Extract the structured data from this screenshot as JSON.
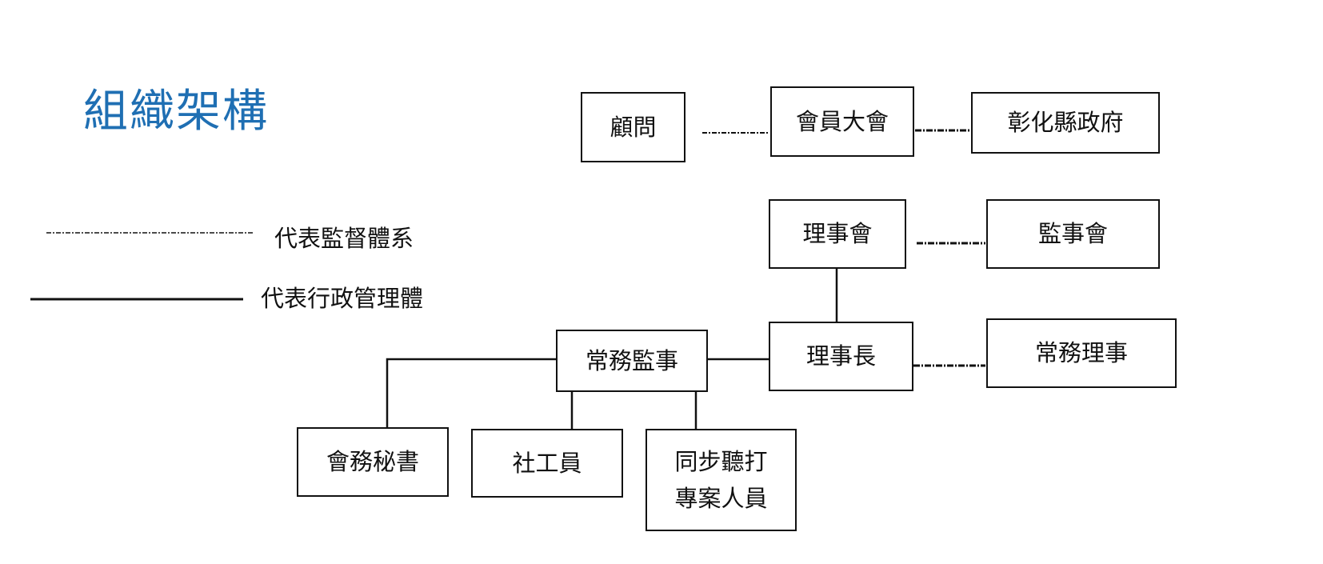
{
  "title": "組織架構",
  "legend": {
    "supervision_label": "代表監督體系",
    "administration_label": "代表行政管理體"
  },
  "nodes": {
    "advisor": "顧問",
    "general_assembly": "會員大會",
    "county_government": "彰化縣政府",
    "board_of_directors": "理事會",
    "board_of_supervisors": "監事會",
    "chairperson": "理事長",
    "standing_director": "常務理事",
    "standing_supervisor": "常務監事",
    "secretary": "會務秘書",
    "social_worker": "社工員",
    "interpreter_line1": "同步聽打",
    "interpreter_line2": "專案人員"
  }
}
